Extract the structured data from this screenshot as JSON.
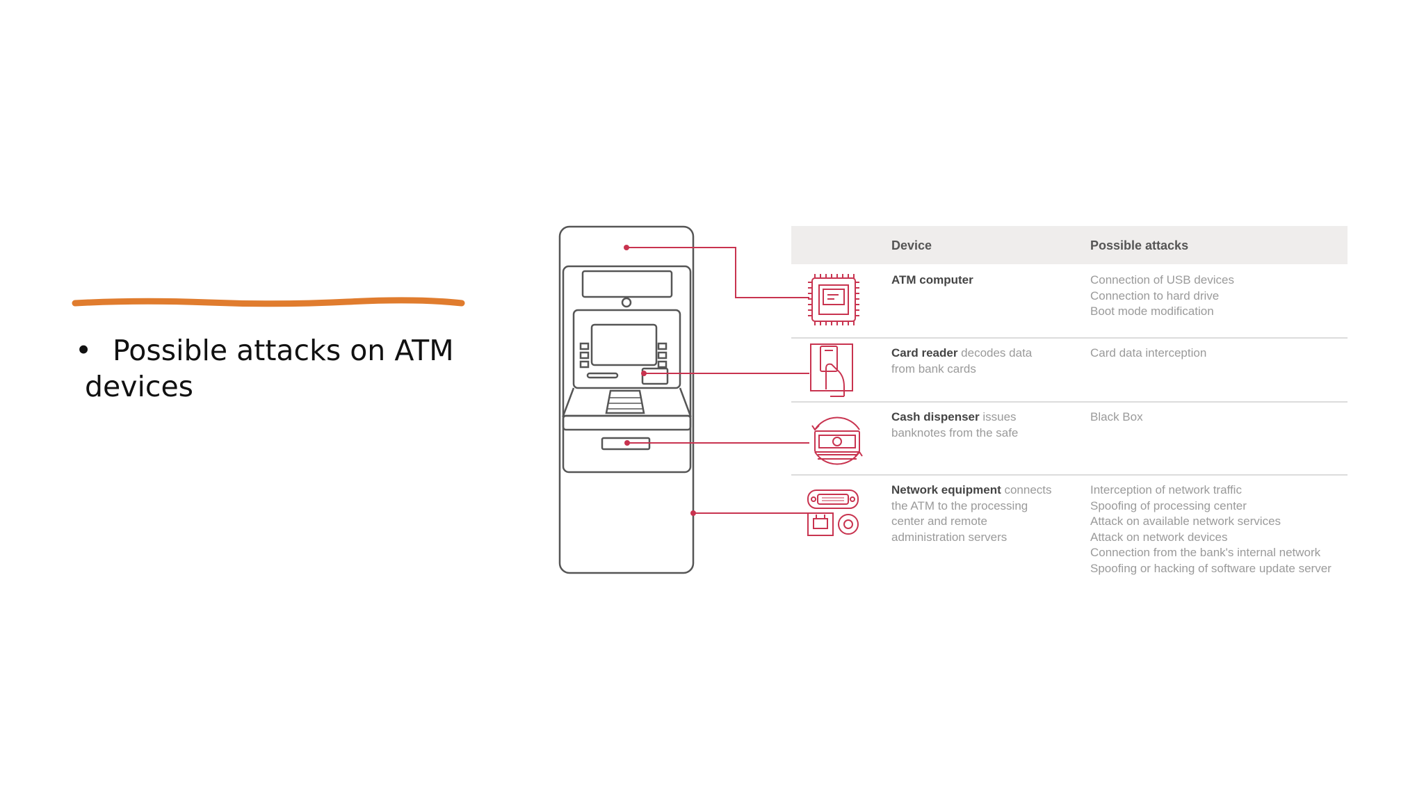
{
  "slide": {
    "bullet": "Possible attacks on ATM devices",
    "accent_color": "#e07c2e"
  },
  "table": {
    "headers": {
      "device": "Device",
      "attacks": "Possible attacks"
    },
    "rows": [
      {
        "device_name": "ATM computer",
        "device_desc": "",
        "attacks": [
          "Connection of USB devices",
          "Connection to hard drive",
          "Boot mode modification"
        ],
        "icon": "cpu-chip-icon"
      },
      {
        "device_name": "Card reader",
        "device_desc": " decodes data from bank cards",
        "attacks": [
          "Card data interception"
        ],
        "icon": "card-reader-icon"
      },
      {
        "device_name": "Cash dispenser",
        "device_desc": " issues banknotes from the safe",
        "attacks": [
          "Black Box"
        ],
        "icon": "cash-dispenser-icon"
      },
      {
        "device_name": "Network equipment",
        "device_desc": " connects the ATM to the processing center and remote administration servers",
        "attacks": [
          "Interception of network traffic",
          "Spoofing of processing center",
          "Attack on available network services",
          "Attack on network devices",
          "Connection from the bank's internal network",
          "Spoofing or hacking of software update server"
        ],
        "icon": "network-equipment-icon"
      }
    ]
  },
  "colors": {
    "icon_red": "#c8334f",
    "line_gray": "#555555"
  }
}
